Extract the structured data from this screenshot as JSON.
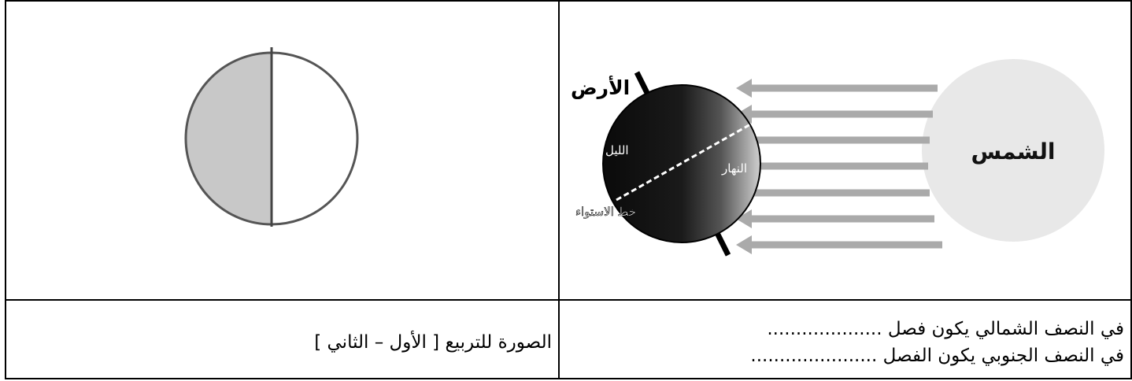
{
  "left_cell": {
    "caption": "الصورة للتربيع [ الأول – الثاني ]"
  },
  "right_cell": {
    "question_north": "في النصف الشمالي يكون فصل ....................",
    "question_south": "في النصف الجنوبي يكون الفصل ......................"
  },
  "diagram": {
    "earth_label": "الأرض",
    "night_label": "الليل",
    "day_label": "النهار",
    "equator_label": "خط الاستواء",
    "sun_label": "الشمس"
  }
}
